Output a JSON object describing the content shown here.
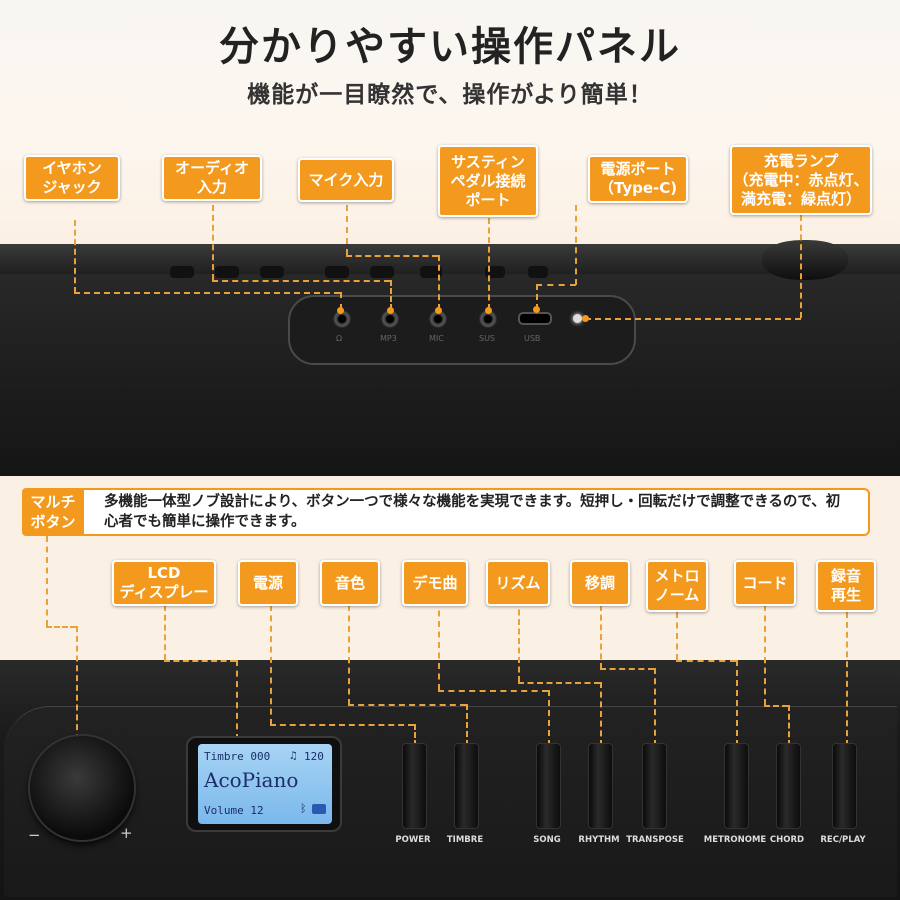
{
  "header": {
    "title": "分かりやすい操作パネル",
    "subtitle": "機能が一目瞭然で、操作がより簡単！"
  },
  "top_panel": {
    "callouts": [
      {
        "label": "イヤホン\nジャック"
      },
      {
        "label": "オーディオ\n入力"
      },
      {
        "label": "マイク入力"
      },
      {
        "label": "サスティン\nペダル接続\nポート"
      },
      {
        "label": "電源ポート\n（Type-C)"
      },
      {
        "label": "充電ランプ\n（充電中：赤点灯、\n満充電：緑点灯）"
      }
    ],
    "ports": [
      {
        "label": "Ω"
      },
      {
        "label": "MP3"
      },
      {
        "label": "MIC"
      },
      {
        "label": "SUS"
      },
      {
        "label": "USB"
      }
    ]
  },
  "multi_button": {
    "tag": "マルチ\nボタン",
    "description": "多機能一体型ノブ設計により、ボタン一つで様々な機能を実現できます。短押し・回転だけで調整できるので、初心者でも簡単に操作できます。"
  },
  "bottom_panel": {
    "callouts": [
      {
        "label": "LCD\nディスプレー"
      },
      {
        "label": "電源"
      },
      {
        "label": "音色"
      },
      {
        "label": "デモ曲"
      },
      {
        "label": "リズム"
      },
      {
        "label": "移調"
      },
      {
        "label": "メトロ\nノーム"
      },
      {
        "label": "コード"
      },
      {
        "label": "録音\n再生"
      }
    ],
    "dial": {
      "minus": "−",
      "plus": "+"
    },
    "lcd": {
      "timbre": "Timbre 000",
      "tempo": "120",
      "voice": "AcoPiano",
      "volume": "Volume 12"
    },
    "buttons": [
      {
        "label": "POWER"
      },
      {
        "label": "TIMBRE"
      },
      {
        "label": "SONG"
      },
      {
        "label": "RHYTHM"
      },
      {
        "label": "TRANSPOSE"
      },
      {
        "label": "METRONOME"
      },
      {
        "label": "CHORD"
      },
      {
        "label": "REC/PLAY"
      }
    ]
  },
  "colors": {
    "accent": "#f39a1e",
    "panel": "#1c1c1c",
    "lcd": "#8fc6f0"
  },
  "icons": [
    "metronome-icon",
    "bluetooth-icon",
    "battery-icon"
  ]
}
